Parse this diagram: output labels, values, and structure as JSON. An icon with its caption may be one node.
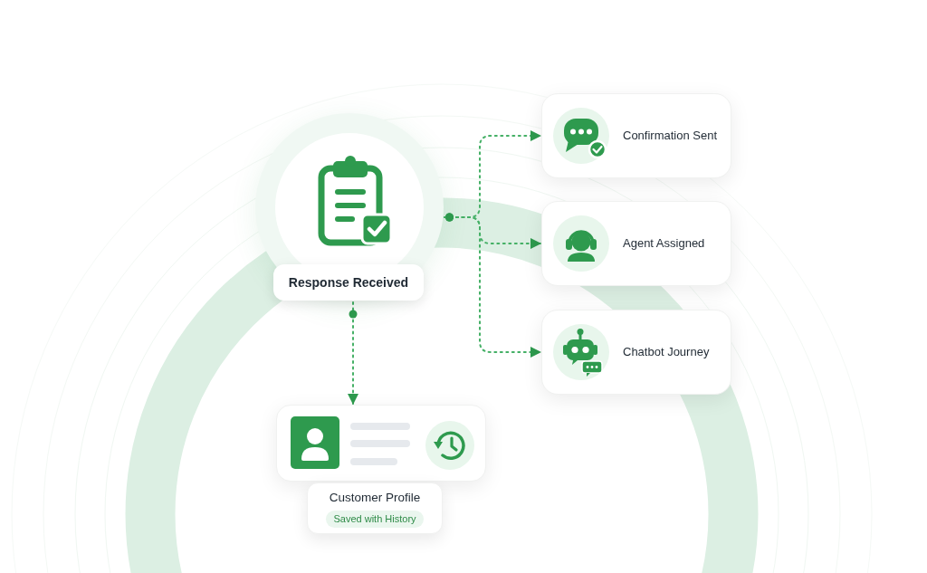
{
  "diagram": {
    "nodes": [
      {
        "text": [
          "Response Received"
        ]
      },
      {
        "text": [
          "Confirmation Sent"
        ]
      },
      {
        "text": [
          "Agent Assigned"
        ]
      },
      {
        "text": [
          "Chatbot Journey"
        ]
      },
      {
        "text": [
          "Customer Profile",
          "Saved with History"
        ]
      }
    ],
    "edges": [
      {
        "from": 0,
        "to": 1,
        "arrow": "to",
        "style": "dashed"
      },
      {
        "from": 0,
        "to": 2,
        "arrow": "to",
        "style": "dashed"
      },
      {
        "from": 0,
        "to": 3,
        "arrow": "to",
        "style": "dashed"
      },
      {
        "from": 0,
        "to": 4,
        "arrow": "to",
        "style": "dashed"
      }
    ]
  }
}
